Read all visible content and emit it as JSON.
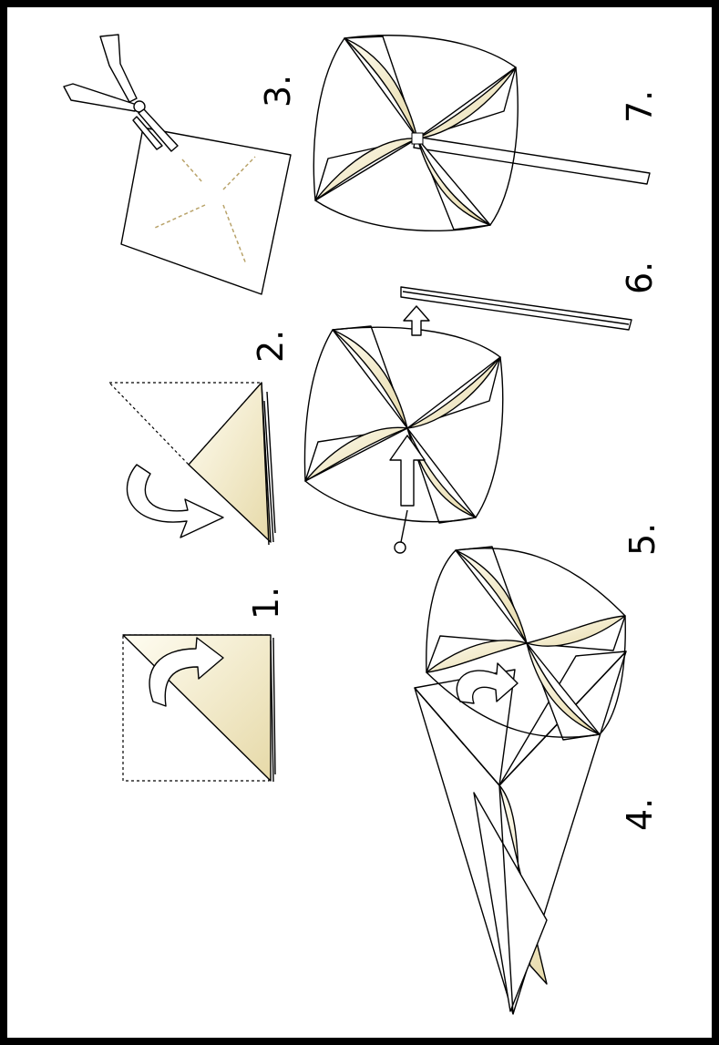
{
  "steps": [
    {
      "number": "1.",
      "icon": "triangle-fold-icon"
    },
    {
      "number": "2.",
      "icon": "triangle-refold-icon"
    },
    {
      "number": "3.",
      "icon": "scissors-cut-icon"
    },
    {
      "number": "4.",
      "icon": "corner-fold-icon"
    },
    {
      "number": "5.",
      "icon": "pinwheel-icon"
    },
    {
      "number": "6.",
      "icon": "pin-and-stick-icon"
    },
    {
      "number": "7.",
      "icon": "finished-pinwheel-icon"
    }
  ],
  "colors": {
    "paper": "#ffffff",
    "cream_light": "#fffdf2",
    "cream_dark": "#e6d9a8",
    "outline": "#000000",
    "frame": "#000000"
  }
}
